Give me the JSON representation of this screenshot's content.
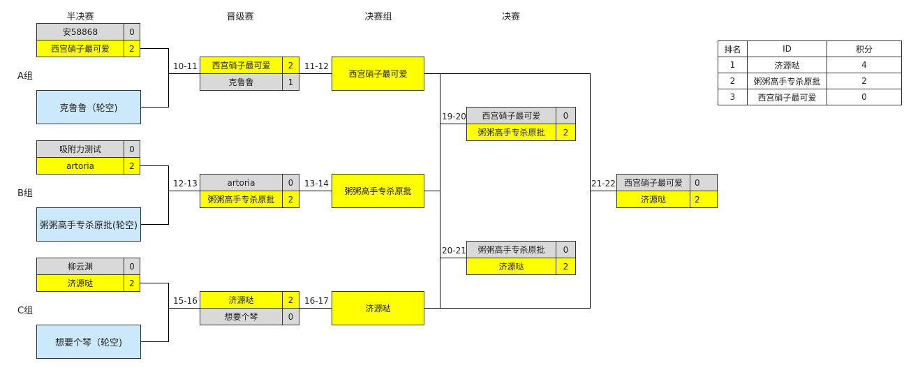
{
  "headers": {
    "semi": "半决赛",
    "promo": "晋级赛",
    "finals_group": "决赛组",
    "final": "决赛"
  },
  "groups": {
    "a": "A组",
    "b": "B组",
    "c": "C组"
  },
  "semi": {
    "a": {
      "top_name": "安58868",
      "top_score": "0",
      "bot_name": "西宫硝子最可爱",
      "bot_score": "2",
      "bye": "克鲁鲁（轮空)"
    },
    "b": {
      "top_name": "吸附力测试",
      "top_score": "0",
      "bot_name": "artoria",
      "bot_score": "2",
      "bye": "粥粥高手专杀原批(轮空)"
    },
    "c": {
      "top_name": "柳云渊",
      "top_score": "0",
      "bot_name": "济源哒",
      "bot_score": "2",
      "bye": "想要个琴（轮空)"
    }
  },
  "promo": {
    "a": {
      "time": "10-11",
      "top_name": "西宫硝子最可爱",
      "top_score": "2",
      "bot_name": "克鲁鲁",
      "bot_score": "1"
    },
    "b": {
      "time": "12-13",
      "top_name": "artoria",
      "top_score": "0",
      "bot_name": "粥粥高手专杀原批",
      "bot_score": "2"
    },
    "c": {
      "time": "15-16",
      "top_name": "济源哒",
      "top_score": "2",
      "bot_name": "想要个琴",
      "bot_score": "0"
    }
  },
  "finals_group": {
    "a": {
      "time": "11-12",
      "name": "西宫硝子最可爱"
    },
    "b": {
      "time": "13-14",
      "name": "粥粥高手专杀原批"
    },
    "c": {
      "time": "16-17",
      "name": "济源哒"
    }
  },
  "round_robin": {
    "m1": {
      "time": "19-20",
      "top_name": "西宫硝子最可爱",
      "top_score": "0",
      "bot_name": "粥粥高手专杀原批",
      "bot_score": "2"
    },
    "m2": {
      "time": "20-21",
      "top_name": "粥粥高手专杀原批",
      "top_score": "0",
      "bot_name": "济源哒",
      "bot_score": "2"
    },
    "m3": {
      "time": "21-22",
      "top_name": "西宫硝子最可爱",
      "top_score": "0",
      "bot_name": "济源哒",
      "bot_score": "2"
    }
  },
  "ranking": {
    "headers": [
      "排名",
      "ID",
      "积分"
    ],
    "rows": [
      [
        "1",
        "济源哒",
        "4"
      ],
      [
        "2",
        "粥粥高手专杀原批",
        "2"
      ],
      [
        "3",
        "西宫硝子最可爱",
        "0"
      ]
    ]
  },
  "colors": {
    "winner": "#ffff00",
    "loser": "#d9d9d9",
    "bye": "#cce8fb"
  }
}
